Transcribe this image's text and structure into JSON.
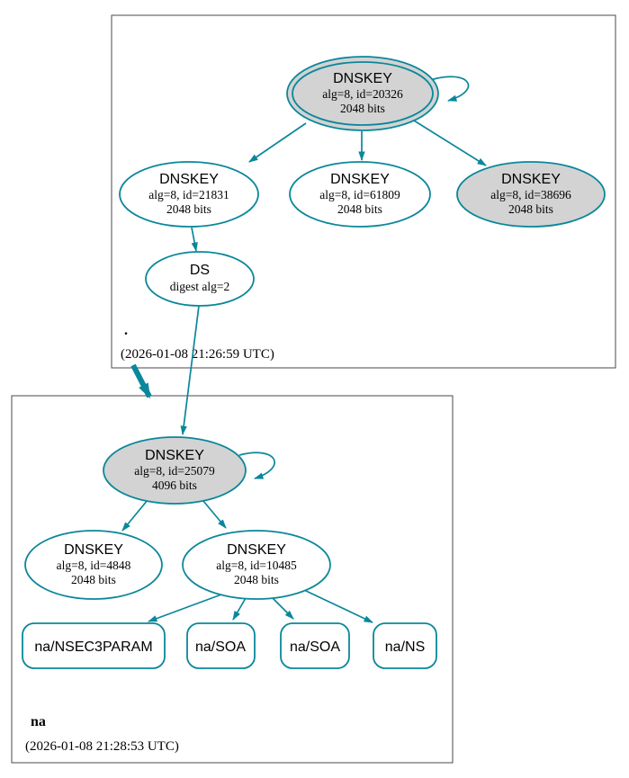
{
  "diagram_type": "dnssec-authentication-chain",
  "colors": {
    "edge_secure_teal": "#0a879a",
    "node_fill_gray": "#d3d3d3",
    "node_fill_white": "#ffffff",
    "zone_box_border": "#4a4a4a",
    "text": "#000000",
    "background": "#ffffff"
  },
  "root_zone": {
    "label": ".",
    "timestamp": "(2026-01-08 21:26:59 UTC)",
    "ksk": {
      "title": "DNSKEY",
      "alg_id": "alg=8, id=20326",
      "bits": "2048 bits"
    },
    "zsk1": {
      "title": "DNSKEY",
      "alg_id": "alg=8, id=21831",
      "bits": "2048 bits"
    },
    "zsk2": {
      "title": "DNSKEY",
      "alg_id": "alg=8, id=61809",
      "bits": "2048 bits"
    },
    "zsk3": {
      "title": "DNSKEY",
      "alg_id": "alg=8, id=38696",
      "bits": "2048 bits"
    },
    "ds": {
      "title": "DS",
      "detail": "digest alg=2"
    }
  },
  "na_zone": {
    "label": "na",
    "timestamp": "(2026-01-08 21:28:53 UTC)",
    "ksk": {
      "title": "DNSKEY",
      "alg_id": "alg=8, id=25079",
      "bits": "4096 bits"
    },
    "zsk1": {
      "title": "DNSKEY",
      "alg_id": "alg=8, id=4848",
      "bits": "2048 bits"
    },
    "zsk2": {
      "title": "DNSKEY",
      "alg_id": "alg=8, id=10485",
      "bits": "2048 bits"
    },
    "rrsets": [
      {
        "label": "na/NSEC3PARAM"
      },
      {
        "label": "na/SOA"
      },
      {
        "label": "na/SOA"
      },
      {
        "label": "na/NS"
      }
    ]
  }
}
